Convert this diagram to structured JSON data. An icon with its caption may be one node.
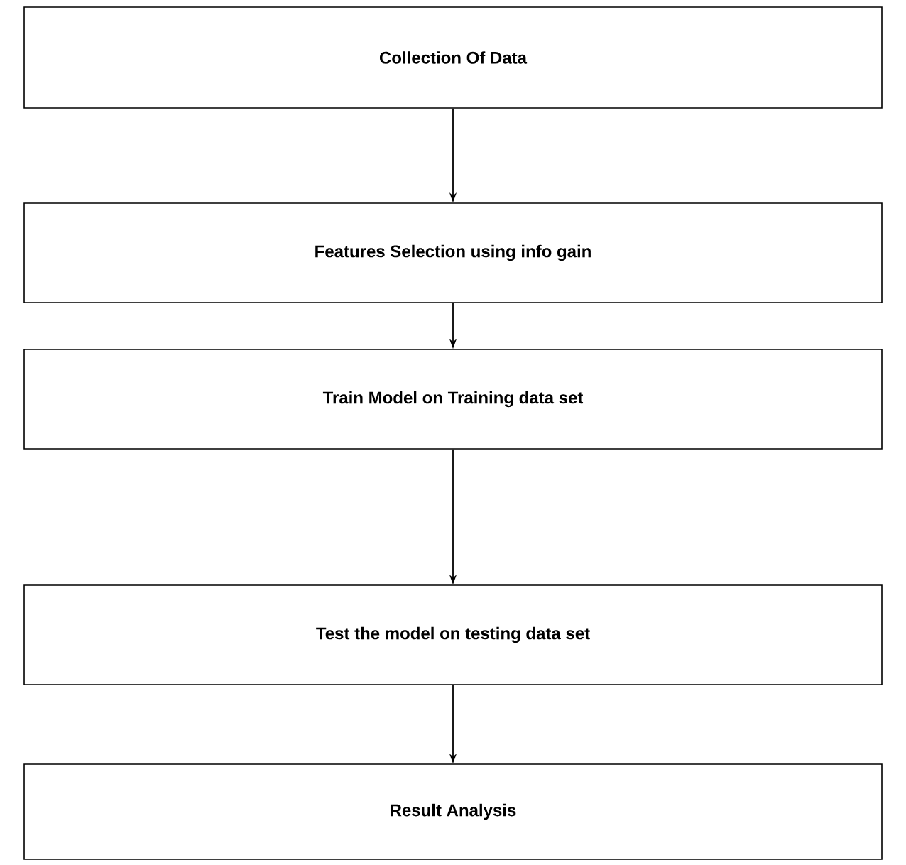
{
  "diagram": {
    "nodes": [
      {
        "text": [
          "Collection Of Data"
        ]
      },
      {
        "text": [
          "Features Selection using info gain"
        ]
      },
      {
        "text": [
          "Train Model on Training data set"
        ]
      },
      {
        "text": [
          "Test the model on testing data set"
        ]
      },
      {
        "text": [
          "Result Analysis"
        ]
      }
    ],
    "edges": [
      {
        "from": 0,
        "to": 1,
        "arrow": "to"
      },
      {
        "from": 1,
        "to": 2,
        "arrow": "to"
      },
      {
        "from": 2,
        "to": 3,
        "arrow": "to"
      },
      {
        "from": 3,
        "to": 4,
        "arrow": "to"
      }
    ]
  }
}
